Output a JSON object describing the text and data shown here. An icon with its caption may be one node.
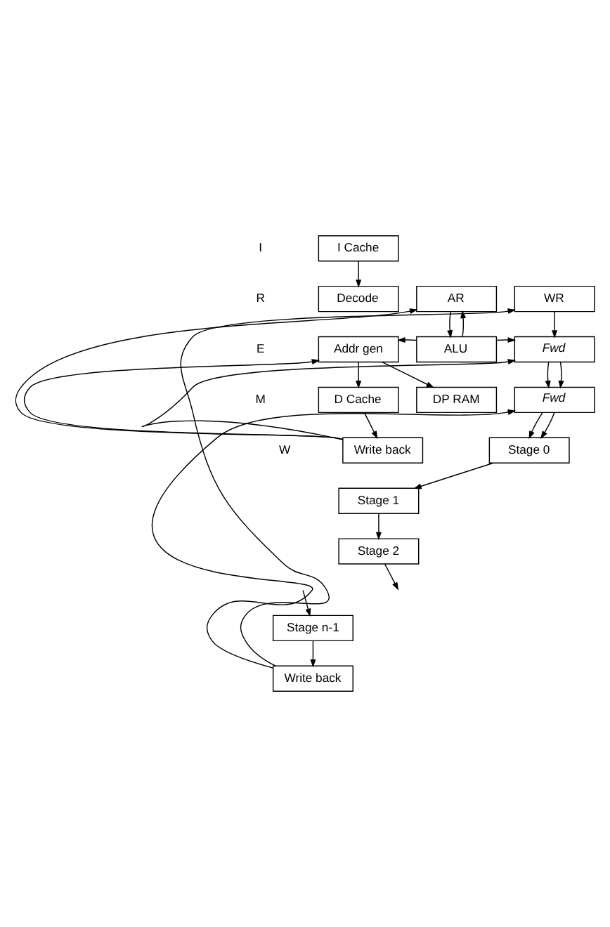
{
  "diagram": {
    "nodes": [
      {
        "text": [
          "I Cache"
        ]
      },
      {
        "text": [
          "Decode"
        ]
      },
      {
        "text": [
          "AR"
        ]
      },
      {
        "text": [
          "WR"
        ]
      },
      {
        "text": [
          "Addr gen"
        ]
      },
      {
        "text": [
          "ALU"
        ]
      },
      {
        "text": [
          "Fwd"
        ]
      },
      {
        "text": [
          "D Cache"
        ]
      },
      {
        "text": [
          "DP RAM"
        ]
      },
      {
        "text": [
          "Fwd"
        ]
      },
      {
        "text": [
          "Write back"
        ]
      },
      {
        "text": [
          "Stage 0"
        ]
      },
      {
        "text": [
          "Stage 1"
        ]
      },
      {
        "text": [
          "Stage 2"
        ]
      },
      {
        "text": [
          "Stage n-1"
        ]
      },
      {
        "text": [
          "Write back"
        ]
      }
    ],
    "edges": [
      {
        "from": 0,
        "to": 1,
        "arrow": "to"
      },
      {
        "from": 2,
        "to": 5,
        "arrow": "to"
      },
      {
        "from": 3,
        "to": 6,
        "arrow": "to"
      },
      {
        "from": 5,
        "to": 2,
        "arrow": "to"
      },
      {
        "from": 10,
        "to": 2,
        "arrow": "to"
      },
      {
        "from": 5,
        "to": 4,
        "arrow": "to"
      },
      {
        "from": 5,
        "to": 6,
        "arrow": "to"
      },
      {
        "from": 10,
        "to": 4,
        "arrow": "to"
      },
      {
        "from": 10,
        "to": 6,
        "arrow": "to"
      },
      {
        "from": 15,
        "to": 3,
        "arrow": "to"
      },
      {
        "from": 15,
        "to": 9,
        "arrow": "to"
      },
      {
        "from": 4,
        "to": 7,
        "arrow": "to"
      },
      {
        "from": 4,
        "to": 8,
        "arrow": "to"
      },
      {
        "from": 6,
        "to": 9,
        "arrow": "to"
      },
      {
        "from": 6,
        "to": 9,
        "arrow": "to"
      },
      {
        "from": 7,
        "to": 10,
        "arrow": "to"
      },
      {
        "from": 9,
        "to": 11,
        "arrow": "to"
      },
      {
        "from": 9,
        "to": 11,
        "arrow": "to"
      },
      {
        "from": 11,
        "to": 12,
        "arrow": "to"
      },
      {
        "from": 12,
        "to": 13,
        "arrow": "to"
      },
      {
        "from": 13,
        "to": null,
        "arrow": "to"
      },
      {
        "from": null,
        "to": 14,
        "arrow": "to"
      },
      {
        "from": 14,
        "to": 15,
        "arrow": "to"
      }
    ],
    "labels": [
      "I",
      "R",
      "E",
      "M",
      "W"
    ]
  }
}
